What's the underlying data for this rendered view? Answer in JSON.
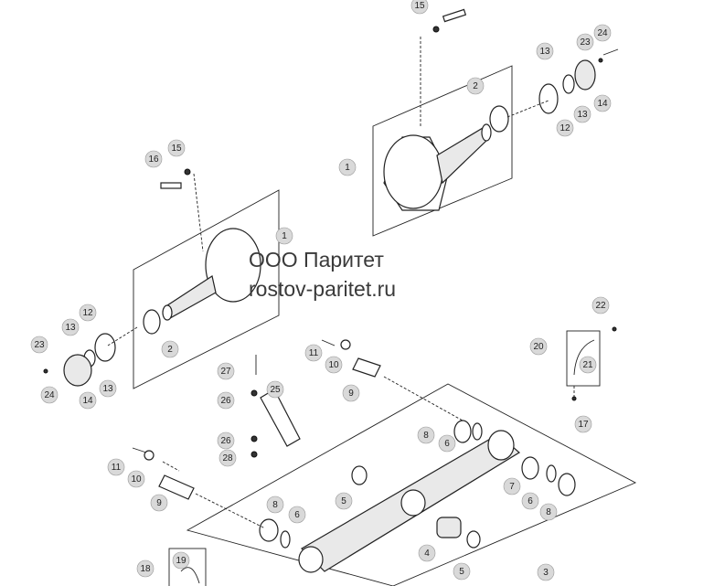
{
  "watermark": {
    "line1": "ООО Паритет",
    "line2": "rostov-paritet.ru"
  },
  "callouts": [
    {
      "id": "c15a",
      "label": "15"
    },
    {
      "id": "c24a",
      "label": "24"
    },
    {
      "id": "c23a",
      "label": "23"
    },
    {
      "id": "c13a",
      "label": "13"
    },
    {
      "id": "c2a",
      "label": "2"
    },
    {
      "id": "c13b",
      "label": "13"
    },
    {
      "id": "c14a",
      "label": "14"
    },
    {
      "id": "c12a",
      "label": "12"
    },
    {
      "id": "c1a",
      "label": "1"
    },
    {
      "id": "c16",
      "label": "16"
    },
    {
      "id": "c15b",
      "label": "15"
    },
    {
      "id": "c1b",
      "label": "1"
    },
    {
      "id": "c12b",
      "label": "12"
    },
    {
      "id": "c13c",
      "label": "13"
    },
    {
      "id": "c23b",
      "label": "23"
    },
    {
      "id": "c2b",
      "label": "2"
    },
    {
      "id": "c14b",
      "label": "14"
    },
    {
      "id": "c13d",
      "label": "13"
    },
    {
      "id": "c24b",
      "label": "24"
    },
    {
      "id": "c22",
      "label": "22"
    },
    {
      "id": "c20",
      "label": "20"
    },
    {
      "id": "c21",
      "label": "21"
    },
    {
      "id": "c11a",
      "label": "11"
    },
    {
      "id": "c10a",
      "label": "10"
    },
    {
      "id": "c9a",
      "label": "9"
    },
    {
      "id": "c27",
      "label": "27"
    },
    {
      "id": "c26a",
      "label": "26"
    },
    {
      "id": "c25",
      "label": "25"
    },
    {
      "id": "c17",
      "label": "17"
    },
    {
      "id": "c8a",
      "label": "8"
    },
    {
      "id": "c6a",
      "label": "6"
    },
    {
      "id": "c26b",
      "label": "26"
    },
    {
      "id": "c28",
      "label": "28"
    },
    {
      "id": "c11b",
      "label": "11"
    },
    {
      "id": "c10b",
      "label": "10"
    },
    {
      "id": "c7",
      "label": "7"
    },
    {
      "id": "c6b",
      "label": "6"
    },
    {
      "id": "c5a",
      "label": "5"
    },
    {
      "id": "c8b",
      "label": "8"
    },
    {
      "id": "c9b",
      "label": "9"
    },
    {
      "id": "c8c",
      "label": "8"
    },
    {
      "id": "c6c",
      "label": "6"
    },
    {
      "id": "c4",
      "label": "4"
    },
    {
      "id": "c18",
      "label": "18"
    },
    {
      "id": "c19",
      "label": "19"
    },
    {
      "id": "c5b",
      "label": "5"
    },
    {
      "id": "c3",
      "label": "3"
    }
  ]
}
